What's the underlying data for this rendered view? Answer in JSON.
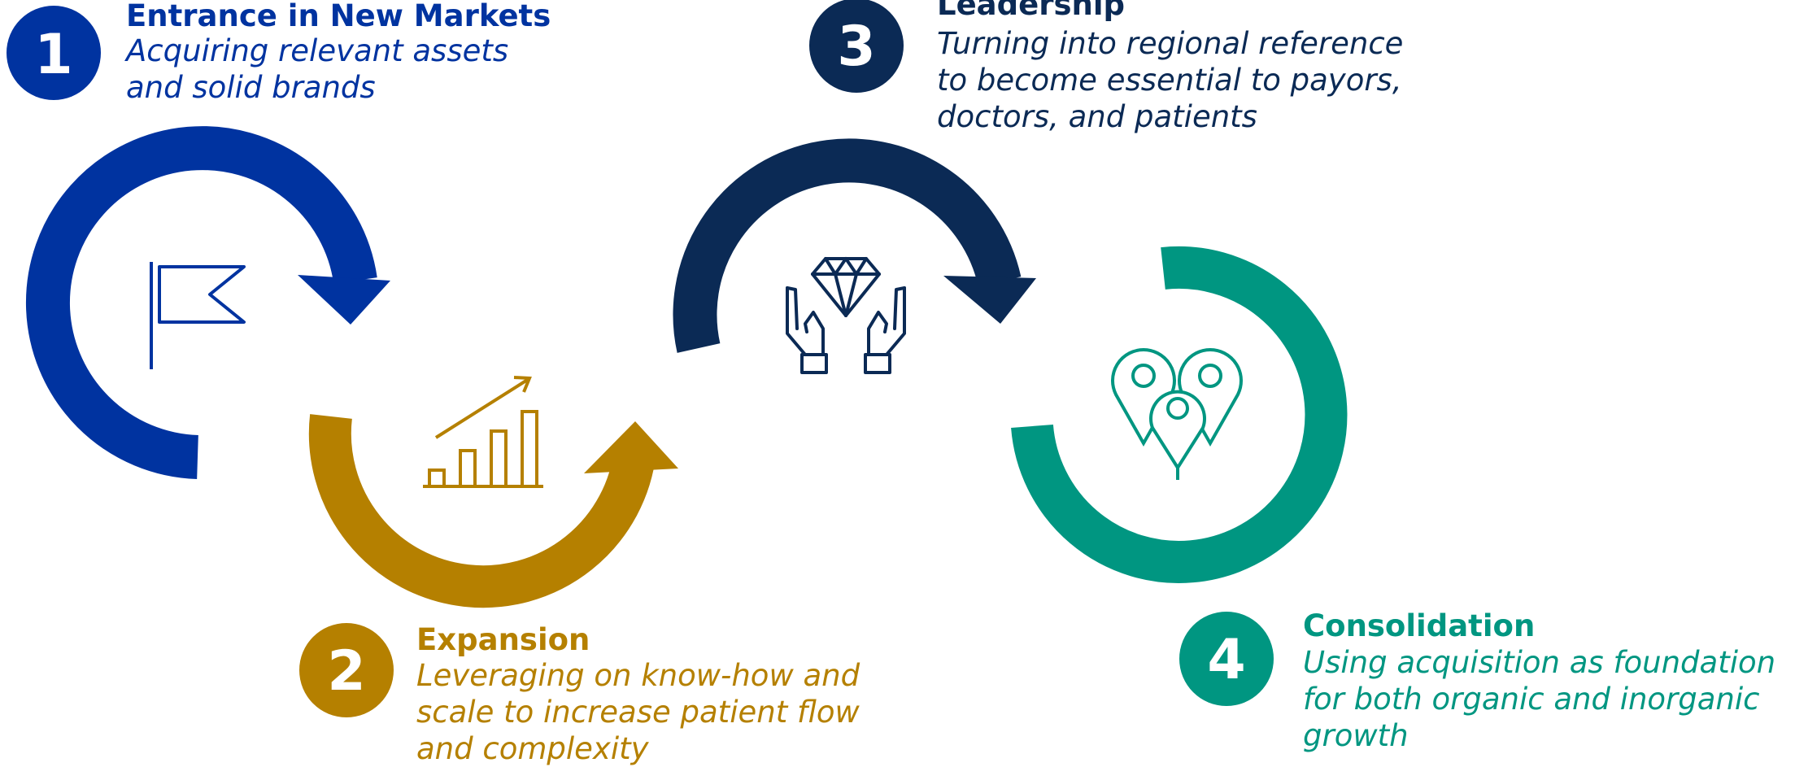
{
  "colors": {
    "step1": "#0033a0",
    "step2": "#b58000",
    "step3": "#0b2a55",
    "step4": "#009681"
  },
  "steps": [
    {
      "number": "1",
      "title": "Entrance in New Markets",
      "description": "Acquiring relevant assets\nand solid brands",
      "icon": "flag-icon"
    },
    {
      "number": "2",
      "title": "Expansion",
      "description": "Leveraging on know-how and\nscale to increase patient flow\nand complexity",
      "icon": "growth-chart-icon"
    },
    {
      "number": "3",
      "title": "Leadership",
      "description": "Turning into regional reference\nto become essential to payors,\ndoctors, and patients",
      "icon": "diamond-hands-icon"
    },
    {
      "number": "4",
      "title": "Consolidation",
      "description": "Using acquisition as foundation\nfor both organic and inorganic\ngrowth",
      "icon": "location-pins-icon"
    }
  ]
}
